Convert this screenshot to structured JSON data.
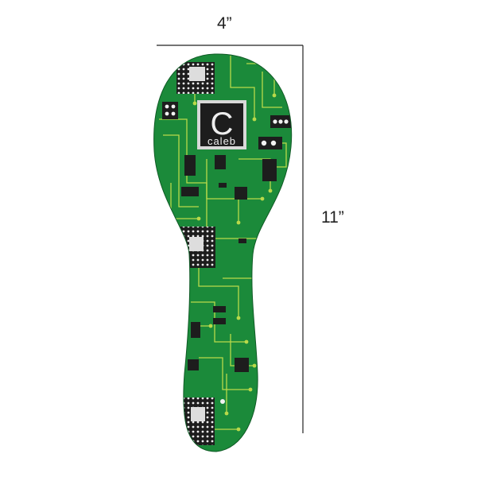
{
  "dimensions": {
    "width_label": "4”",
    "height_label": "11”"
  },
  "product": {
    "monogram_letter": "C",
    "monogram_name": "caleb"
  },
  "colors": {
    "board_green": "#1b8a3a",
    "trace_yellow": "#b9d94a",
    "chip_black": "#1d1d1d",
    "dimension_line": "#222222"
  }
}
